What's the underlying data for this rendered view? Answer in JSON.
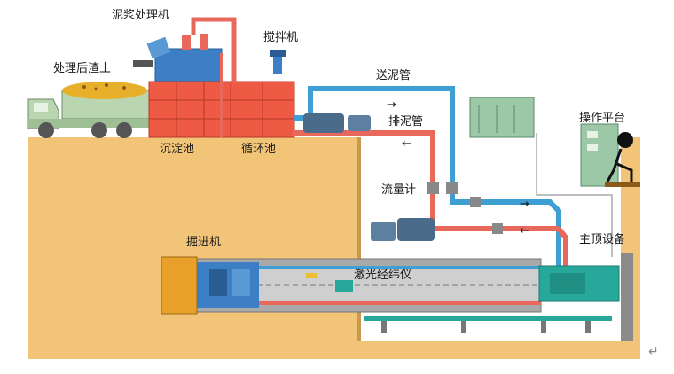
{
  "labels": {
    "slurry_treatment": "泥浆处理机",
    "stirrer": "搅拌机",
    "treated_soil": "处理后渣土",
    "settling_tank": "沉淀池",
    "circulation_tank": "循环池",
    "feed_pipe": "送泥管",
    "discharge_pipe": "排泥管",
    "flow_meter": "流量计",
    "operation_platform": "操作平台",
    "tunneling_machine": "掘进机",
    "laser_theodolite": "激光经纬仪",
    "main_jacking": "主顶设备",
    "return_mark": "↵"
  },
  "colors": {
    "ground": "#f2c477",
    "shaft_bg": "#ffffff",
    "feed_pipe": "#3d9fd4",
    "discharge_pipe": "#e8685c",
    "tank": "#ee5a43",
    "machine_blue": "#3c7fc4",
    "pump": "#4a6b8a",
    "jacking": "#27a89a",
    "truck": "#b9d6b0",
    "console": "#9cc8a8"
  }
}
